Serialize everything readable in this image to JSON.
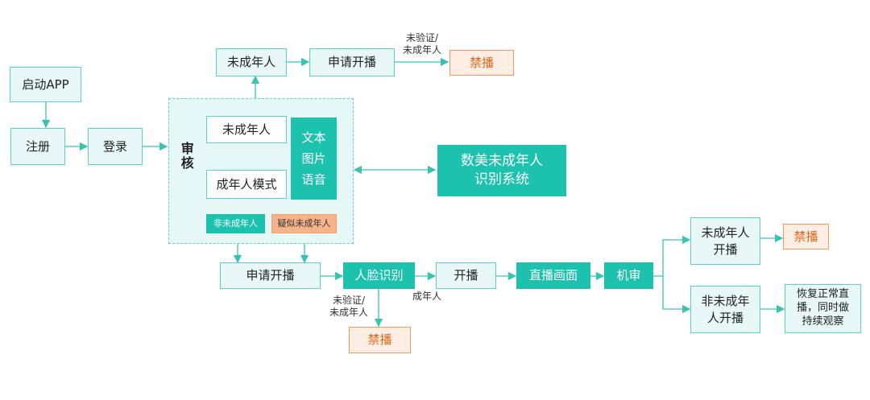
{
  "nodes": {
    "launch_app": "启动APP",
    "register": "注册",
    "login": "登录",
    "review": "审核",
    "minor_top": "未成年人",
    "apply_top": "申请开播",
    "ban_top": "禁播",
    "minor_inner": "未成年人",
    "adult_mode": "成年人模式",
    "content_types": [
      "文本",
      "图片",
      "语音"
    ],
    "shumei_line1": "数美未成年人",
    "shumei_line2": "识别系统",
    "non_minor_tag": "非未成年人",
    "suspected_minor_tag": "疑似未成年人",
    "apply_bottom": "申请开播",
    "face_recognition": "人脸识别",
    "ban_bottom": "禁播",
    "start_stream": "开播",
    "stream_frame": "直播画面",
    "machine_review": "机审",
    "minor_start_line1": "未成年人",
    "minor_start_line2": "开播",
    "ban_right": "禁播",
    "non_minor_start_line1": "非未成年",
    "non_minor_start_line2": "人开播",
    "resume_line1": "恢复正常直",
    "resume_line2": "播，同时做",
    "resume_line3": "持续观察"
  },
  "edge_labels": {
    "unverified_top_line1": "未验证/",
    "unverified_top_line2": "未成年人",
    "unverified_bottom_line1": "未验证/",
    "unverified_bottom_line2": "未成年人",
    "adult": "成年人"
  },
  "colors": {
    "accent": "#1cc2ad",
    "light_fill": "#e8f8f6",
    "border": "#5cd2c6",
    "ban_fill": "#fdeee3",
    "ban_text": "#e0671e",
    "suspected_fill": "#f5b38a"
  }
}
